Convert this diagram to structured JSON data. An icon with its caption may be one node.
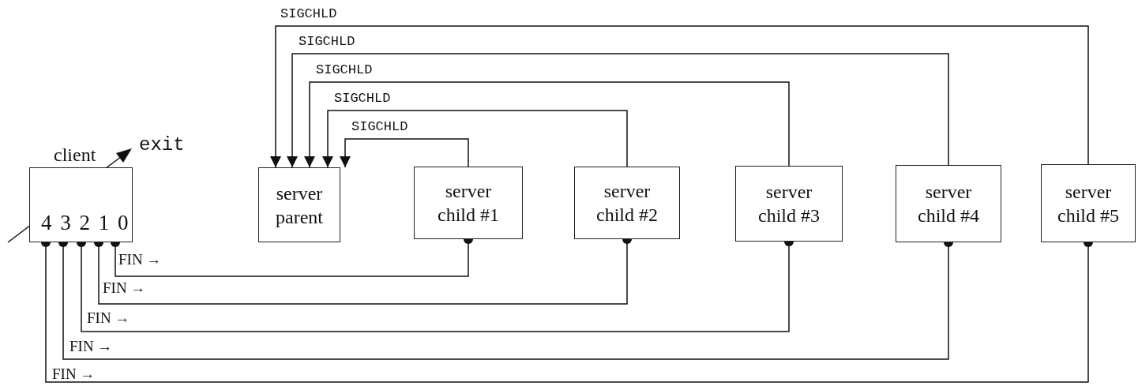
{
  "diagram": {
    "nodes": [
      {
        "text": [
          "client",
          "4 3 2 1 0"
        ]
      },
      {
        "text": [
          "server parent"
        ]
      },
      {
        "text": [
          "server child #1"
        ]
      },
      {
        "text": [
          "server child #2"
        ]
      },
      {
        "text": [
          "server child #3"
        ]
      },
      {
        "text": [
          "server child #4"
        ]
      },
      {
        "text": [
          "server child #5"
        ]
      }
    ],
    "edges": [
      {
        "from": 6,
        "to": 1,
        "arrow": "to",
        "label": "SIGCHLD"
      },
      {
        "from": 5,
        "to": 1,
        "arrow": "to",
        "label": "SIGCHLD"
      },
      {
        "from": 4,
        "to": 1,
        "arrow": "to",
        "label": "SIGCHLD"
      },
      {
        "from": 3,
        "to": 1,
        "arrow": "to",
        "label": "SIGCHLD"
      },
      {
        "from": 2,
        "to": 1,
        "arrow": "to",
        "label": "SIGCHLD"
      },
      {
        "from": 0,
        "to": 2,
        "arrow": "other",
        "label": "FIN →"
      },
      {
        "from": 0,
        "to": 3,
        "arrow": "other",
        "label": "FIN →"
      },
      {
        "from": 0,
        "to": 4,
        "arrow": "other",
        "label": "FIN →"
      },
      {
        "from": 0,
        "to": 5,
        "arrow": "other",
        "label": "FIN →"
      },
      {
        "from": 0,
        "to": 6,
        "arrow": "other",
        "label": "FIN →"
      }
    ],
    "labels": [
      "exit"
    ]
  }
}
